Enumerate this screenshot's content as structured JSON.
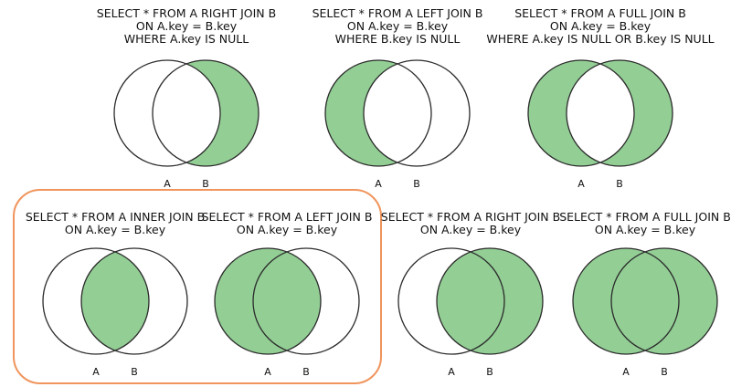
{
  "colors": {
    "background": "#ffffff",
    "fill_green": "#93CE95",
    "circle_stroke": "#2b2b2b",
    "highlight_box_orange": "#F0945C",
    "text": "#111111"
  },
  "diagrams": [
    {
      "id": "right-join-exclusive",
      "title_lines": [
        "SELECT * FROM A RIGHT JOIN B",
        "ON A.key = B.key",
        "WHERE A.key IS NULL"
      ],
      "filled": "b-minus-a",
      "labels": [
        "A",
        "B"
      ]
    },
    {
      "id": "left-join-exclusive",
      "title_lines": [
        "SELECT * FROM A LEFT JOIN B",
        "ON A.key = B.key",
        "WHERE B.key IS NULL"
      ],
      "filled": "a-minus-b",
      "labels": [
        "A",
        "B"
      ]
    },
    {
      "id": "full-join-exclusive",
      "title_lines": [
        "SELECT * FROM A FULL JOIN B",
        "ON A.key = B.key",
        "WHERE A.key IS NULL OR B.key IS NULL"
      ],
      "filled": "outer-both",
      "labels": [
        "A",
        "B"
      ]
    },
    {
      "id": "inner-join",
      "title_lines": [
        "SELECT * FROM A INNER JOIN B",
        "ON A.key = B.key"
      ],
      "filled": "intersection",
      "labels": [
        "A",
        "B"
      ]
    },
    {
      "id": "left-join",
      "title_lines": [
        "SELECT * FROM A LEFT JOIN B",
        "ON A.key = B.key"
      ],
      "filled": "a-full",
      "labels": [
        "A",
        "B"
      ]
    },
    {
      "id": "right-join",
      "title_lines": [
        "SELECT * FROM A RIGHT JOIN B",
        "ON A.key = B.key"
      ],
      "filled": "b-full",
      "labels": [
        "A",
        "B"
      ]
    },
    {
      "id": "full-join",
      "title_lines": [
        "SELECT * FROM A FULL JOIN B",
        "ON A.key = B.key"
      ],
      "filled": "union",
      "labels": [
        "A",
        "B"
      ]
    }
  ]
}
